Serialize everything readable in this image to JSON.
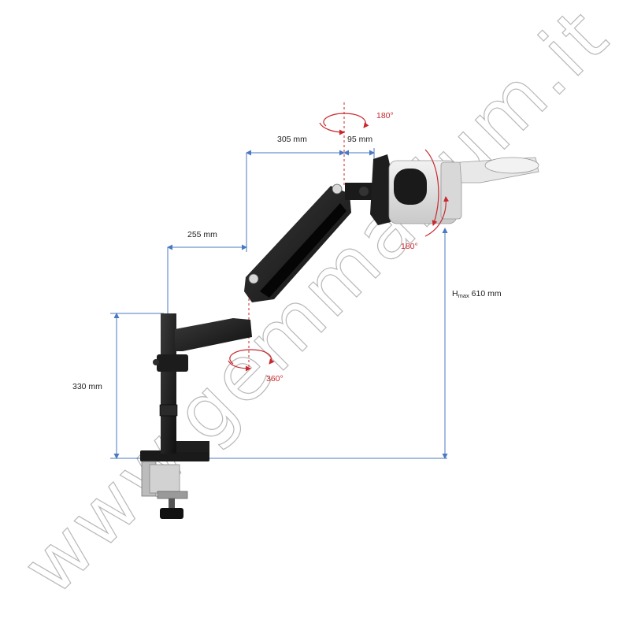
{
  "watermark": "www.gemmarium.it",
  "dimensions": {
    "arm_upper": "305 mm",
    "head_offset": "95 mm",
    "arm_lower": "255 mm",
    "post_height": "330 mm",
    "hmax_prefix": "H",
    "hmax_sub": "max",
    "hmax_value": " 610 mm"
  },
  "rotations": {
    "top": "180°",
    "head": "180°",
    "base": "360°"
  },
  "colors": {
    "dimension_line": "#4a78c2",
    "rotation": "#c8282d",
    "arm": "#1c1c1c",
    "head": "#e4e4e4"
  }
}
